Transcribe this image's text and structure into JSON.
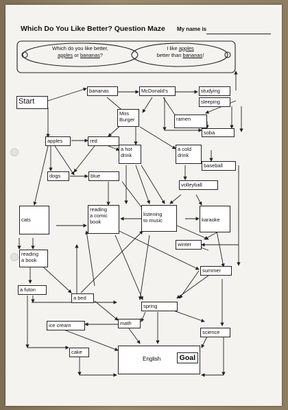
{
  "header": {
    "title": "Which Do You Like Better?  Question Maze",
    "name_label": "My name is"
  },
  "bubble": {
    "question_line1": "Which do you like better,",
    "question_word1": "apples",
    "question_or": " or ",
    "question_word2": "bananas",
    "question_end": "?",
    "answer_line1_pre": "I like ",
    "answer_word1": "apples",
    "answer_line2_pre": "better than ",
    "answer_word2": "bananas",
    "answer_end": "!"
  },
  "nodes": {
    "start": "Start",
    "bananas": "bananas",
    "mcdonalds": "McDonald's",
    "studying": "studying",
    "sleeping": "sleeping",
    "mos_burger": "Mos\nBurger",
    "ramen": "ramen",
    "soba": "soba",
    "apples": "apples",
    "red": "red",
    "hot_drink": "a hot\ndrink",
    "cold_drink": "a cold\ndrink",
    "baseball": "baseball",
    "dogs": "dogs",
    "blue": "blue",
    "volleyball": "volleyball",
    "cats": "cats",
    "comic": "reading\na comic\nbook",
    "music": "listening\nto music",
    "karaoke": "karaoke",
    "winter": "winter",
    "reading_book": "reading\na book",
    "summer": "summer",
    "futon": "a futon",
    "bed": "a bed",
    "spring": "spring",
    "ice_cream": "ice cream",
    "math": "math",
    "science": "science",
    "cake": "cake",
    "english": "English",
    "goal": "Goal"
  }
}
